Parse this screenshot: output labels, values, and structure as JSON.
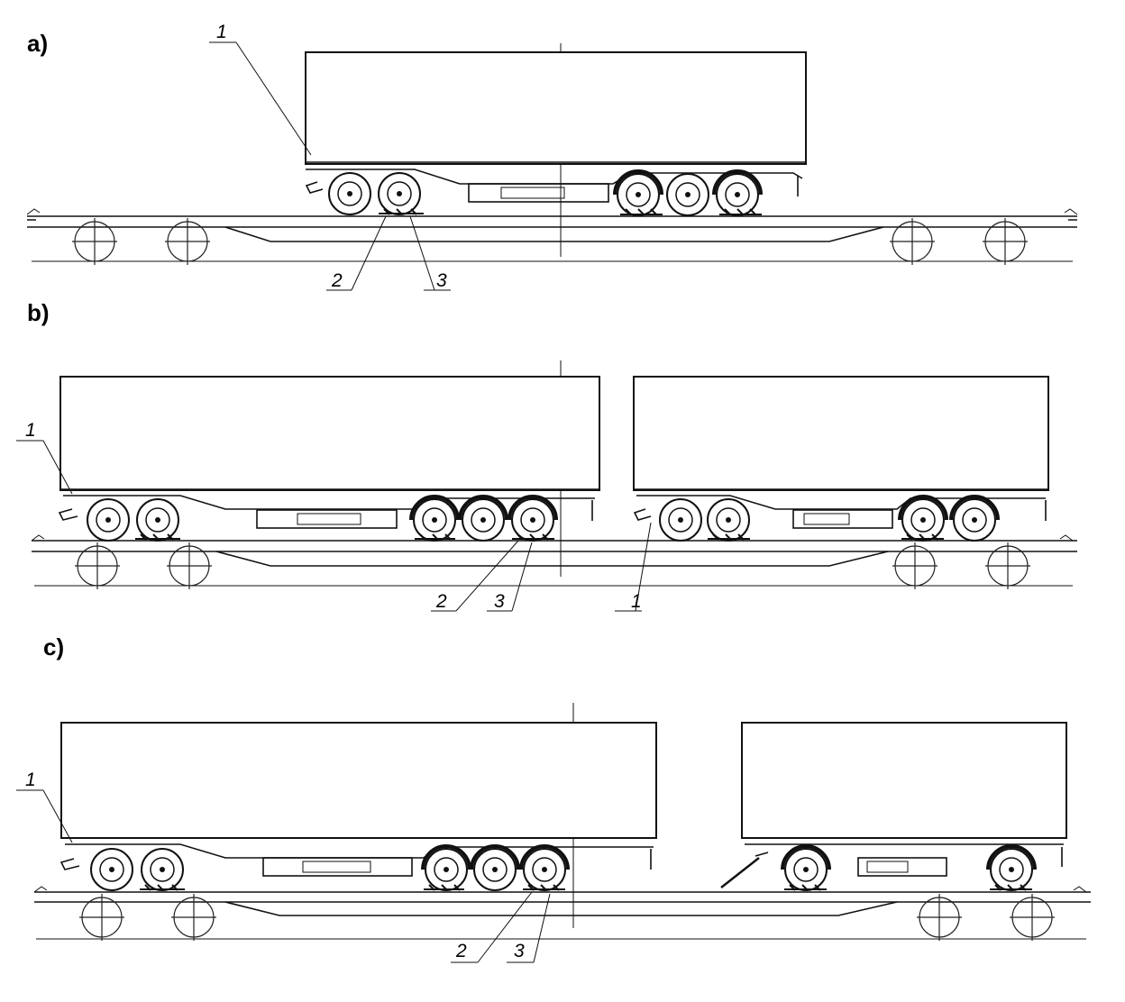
{
  "panels": [
    {
      "id": "a",
      "label": "a)",
      "callouts": [
        "1",
        "2",
        "3"
      ]
    },
    {
      "id": "b",
      "label": "b)",
      "callouts": [
        "1",
        "2",
        "3",
        "1"
      ]
    },
    {
      "id": "c",
      "label": "c)",
      "callouts": [
        "1",
        "2",
        "3"
      ]
    }
  ]
}
